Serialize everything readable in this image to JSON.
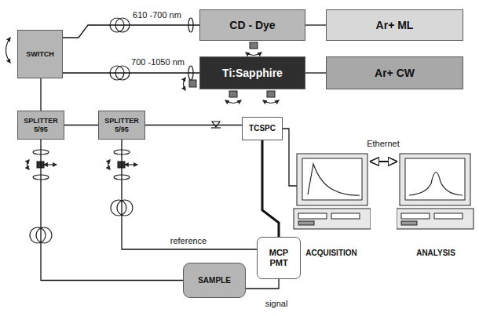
{
  "diagram": {
    "nodes": [
      {
        "text": [
          "SWITCH"
        ]
      },
      {
        "text": [
          "CD - Dye"
        ]
      },
      {
        "text": [
          "Ar+ ML"
        ]
      },
      {
        "text": [
          "Ti:Sapphire"
        ]
      },
      {
        "text": [
          "Ar+ CW"
        ]
      },
      {
        "text": [
          "SPLITTER 5/95"
        ]
      },
      {
        "text": [
          "SPLITTER 5/95"
        ]
      },
      {
        "text": [
          "TCSPC"
        ]
      },
      {
        "text": [
          "MCP PMT"
        ]
      },
      {
        "text": [
          "SAMPLE"
        ]
      },
      {
        "text": [
          "ACQUISITION"
        ]
      },
      {
        "text": [
          "ANALYSIS"
        ]
      }
    ],
    "edges": [
      {
        "from": 1,
        "to": 0,
        "label": "610 -700 nm",
        "arrow": "none"
      },
      {
        "from": 3,
        "to": 0,
        "label": "700 -1050 nm",
        "arrow": "none"
      },
      {
        "from": 2,
        "to": 1,
        "arrow": "none"
      },
      {
        "from": 4,
        "to": 3,
        "arrow": "none"
      },
      {
        "from": 0,
        "to": 5,
        "arrow": "none"
      },
      {
        "from": 5,
        "to": 6,
        "arrow": "none"
      },
      {
        "from": 6,
        "to": 7,
        "arrow": "none"
      },
      {
        "from": 5,
        "to": 9,
        "arrow": "none"
      },
      {
        "from": 6,
        "to": 8,
        "label": "reference",
        "arrow": "none"
      },
      {
        "from": 9,
        "to": 8,
        "label": "signal",
        "arrow": "none"
      },
      {
        "from": 7,
        "to": 8,
        "arrow": "none"
      },
      {
        "from": 7,
        "to": 10,
        "arrow": "none"
      },
      {
        "from": 10,
        "to": 11,
        "label": "Ethernet",
        "arrow": "both"
      }
    ]
  }
}
